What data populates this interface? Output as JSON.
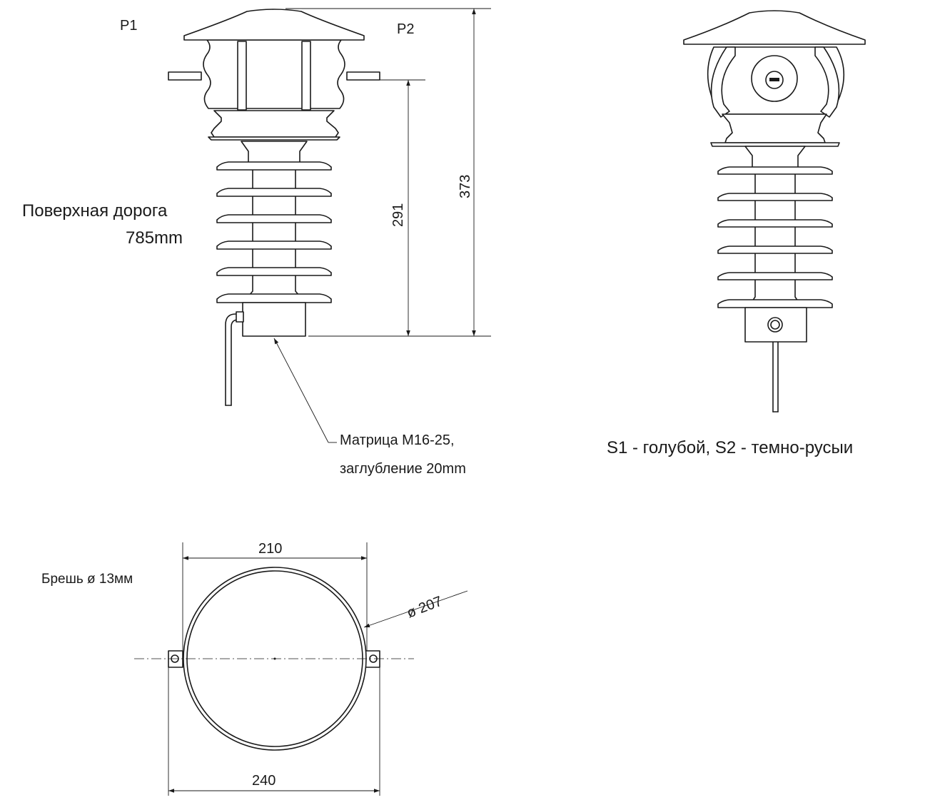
{
  "labels": {
    "p1": "P1",
    "p2": "P2",
    "road_line1": "Поверхная дорога",
    "road_line2": "785mm",
    "matrix_line1": "Матрица М16-25,",
    "matrix_line2": "заглубление 20mm",
    "colors_note": "S1 - голубой, S2 - темно-русыи",
    "hole_note": "Брешь ø 13мм"
  },
  "dimensions": {
    "total_height": "373",
    "body_height": "291",
    "top_width": "210",
    "diameter": "ø 207",
    "overall_width": "240"
  }
}
